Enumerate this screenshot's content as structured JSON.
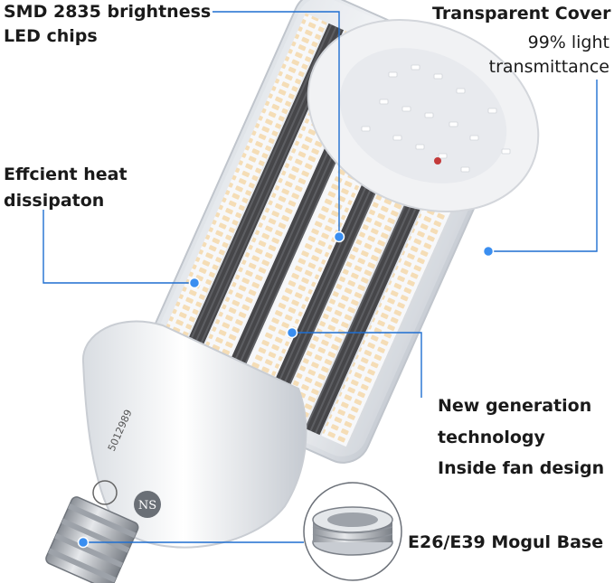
{
  "labels": {
    "smd_line1": "SMD 2835 brightness",
    "smd_line2": "LED chips",
    "cover_title": "Transparent Cover",
    "cover_line2": "99% light",
    "cover_line3": "transmittance",
    "heat_line1": "Effcient heat",
    "heat_line2": "dissipaton",
    "tech_line1": "New generation",
    "tech_line2": "technology",
    "tech_line3": "Inside fan design",
    "base_label": "E26/E39 Mogul Base"
  },
  "base_markings": {
    "cert_code": "5012989",
    "brand": "NS"
  },
  "colors": {
    "callout_blue": "#1f6fd1",
    "dot_blue": "#3a8ef0",
    "led_warm": "#f3d6a6",
    "heatsink_black": "#1e1e22",
    "cover": "#f1f2f4"
  }
}
